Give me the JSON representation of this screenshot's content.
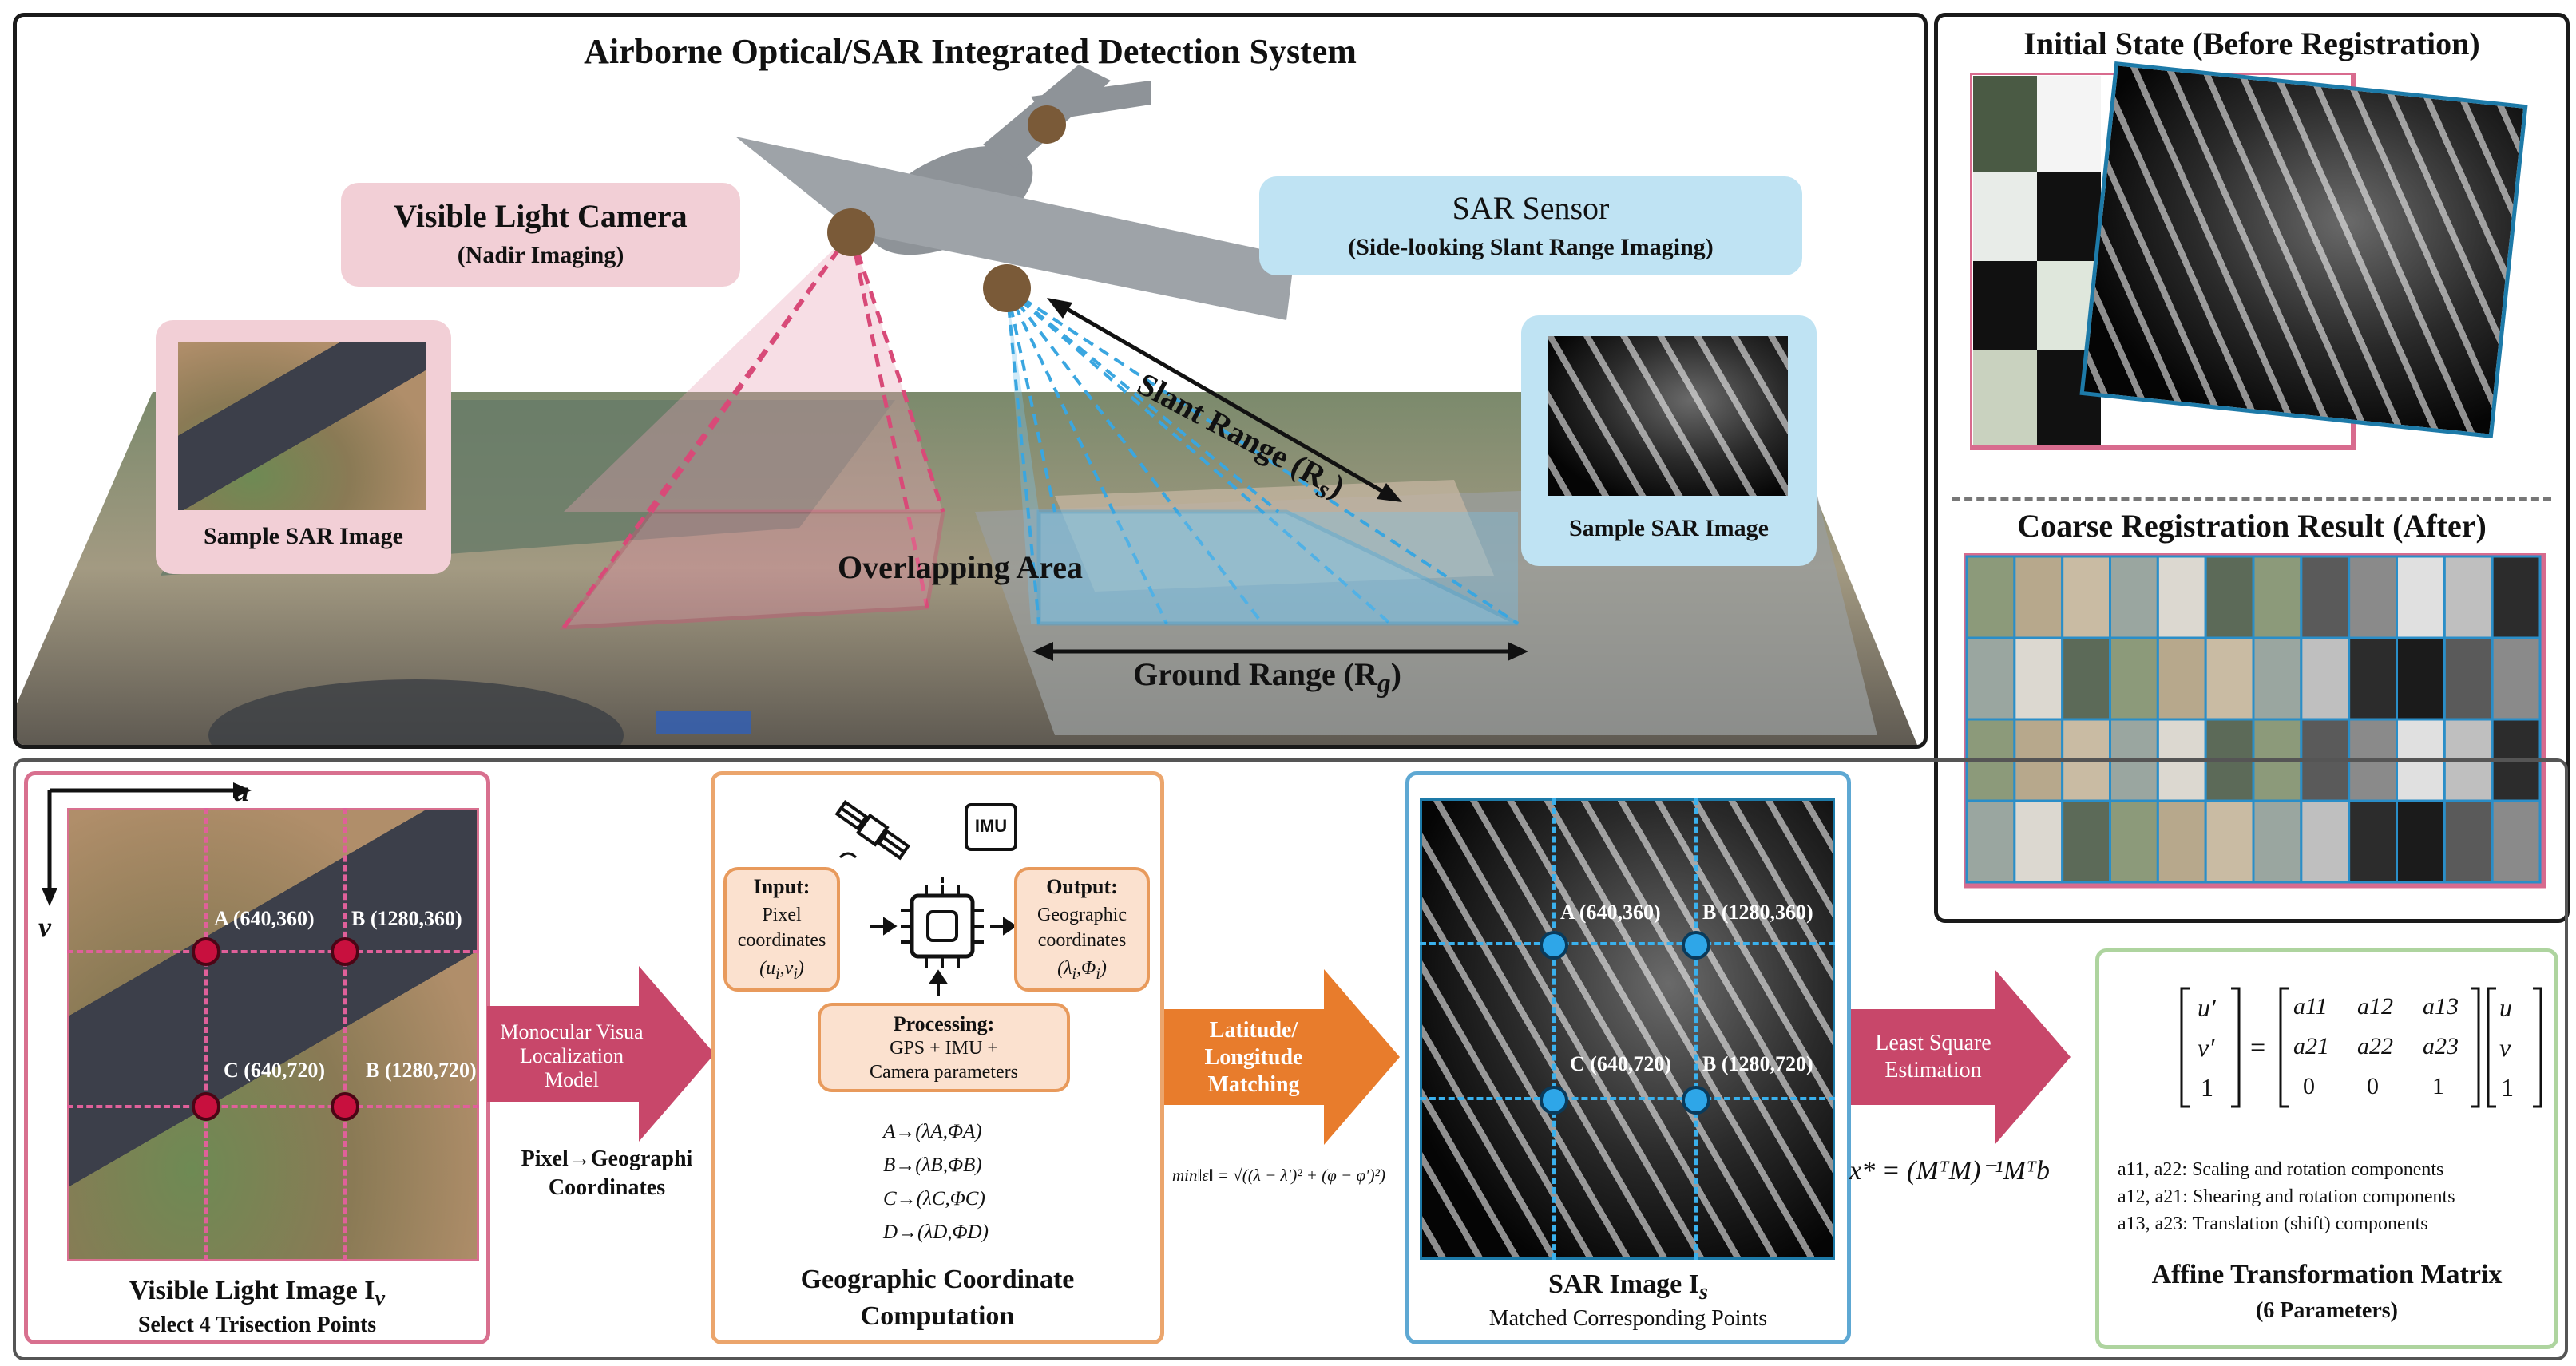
{
  "top_panel": {
    "title": "Airborne Optical/SAR Integrated Detection System",
    "visible_camera": {
      "title": "Visible Light Camera",
      "subtitle": "(Nadir Imaging)"
    },
    "sar_sensor": {
      "title": "SAR Sensor",
      "subtitle": "(Side-looking Slant Range Imaging)"
    },
    "left_sample_label": "Sample SAR Image",
    "right_sample_label": "Sample SAR Image",
    "slant_range": "Slant Range (R",
    "slant_range_sub": "s",
    "overlap": "Overlapping Area",
    "ground_range": "Ground Range (R",
    "ground_range_sub": "g"
  },
  "right_top_panel": {
    "initial_title": "Initial State (Before Registration)",
    "coarse_title": "Coarse Registration Result (After)"
  },
  "bottom": {
    "visible_image": {
      "axis_u": "u",
      "axis_v": "v",
      "points": [
        "A (640,360)",
        "B (1280,360)",
        "C (640,720)",
        "B (1280,720)"
      ],
      "title": "Visible Light Image I",
      "title_sub": "v",
      "subtitle": "Select 4 Trisection Points"
    },
    "arrow1": {
      "label": "Monocular Visua Localization Model",
      "below": "Pixel→Geographi Coordinates"
    },
    "geo": {
      "icon_imu": "IMU",
      "input_title": "Input:",
      "input_body": "Pixel coordinates",
      "input_sym": "(u",
      "output_title": "Output:",
      "output_body": "Geographic coordinates",
      "output_sym": "(λ",
      "processing_title": "Processing:",
      "processing_body1": "GPS + IMU +",
      "processing_body2": "Camera parameters",
      "mappings": [
        "A→(λA,ΦA)",
        "B→(λB,ΦB)",
        "C→(λC,ΦC)",
        "D→(λD,ΦD)"
      ],
      "title1": "Geographic Coordinate",
      "title2": "Computation"
    },
    "arrow2": {
      "label": "Latitude/ Longitude Matching",
      "formula": "min‖ε‖ = √((λ − λ′)² + (φ − φ′)²)"
    },
    "sar_image": {
      "points": [
        "A (640,360)",
        "B (1280,360)",
        "C (640,720)",
        "B (1280,720)"
      ],
      "title": "SAR Image I",
      "title_sub": "s",
      "subtitle": "Matched Corresponding Points"
    },
    "arrow3": {
      "label": "Least Square Estimation",
      "formula": "x* = (MᵀM)⁻¹Mᵀb"
    },
    "affine": {
      "matrix_lhs": [
        "u′",
        "v′",
        "1"
      ],
      "matrix_a": [
        [
          "a11",
          "a12",
          "a13"
        ],
        [
          "a21",
          "a22",
          "a23"
        ],
        [
          "0",
          "0",
          "1"
        ]
      ],
      "matrix_rhs": [
        "u",
        "v",
        "1"
      ],
      "notes": [
        "a11, a22: Scaling and rotation components",
        "a12, a21: Shearing and rotation components",
        "a13, a23: Translation (shift) components"
      ],
      "title": "Affine Transformation Matrix",
      "subtitle": "(6 Parameters)"
    }
  },
  "colors": {
    "pink": "#c8476a",
    "pink_fill": "#f2cfd6",
    "blue": "#3a9ed8",
    "blue_fill": "#bfe3f3",
    "orange": "#e8873a",
    "green": "#a8cf98"
  }
}
